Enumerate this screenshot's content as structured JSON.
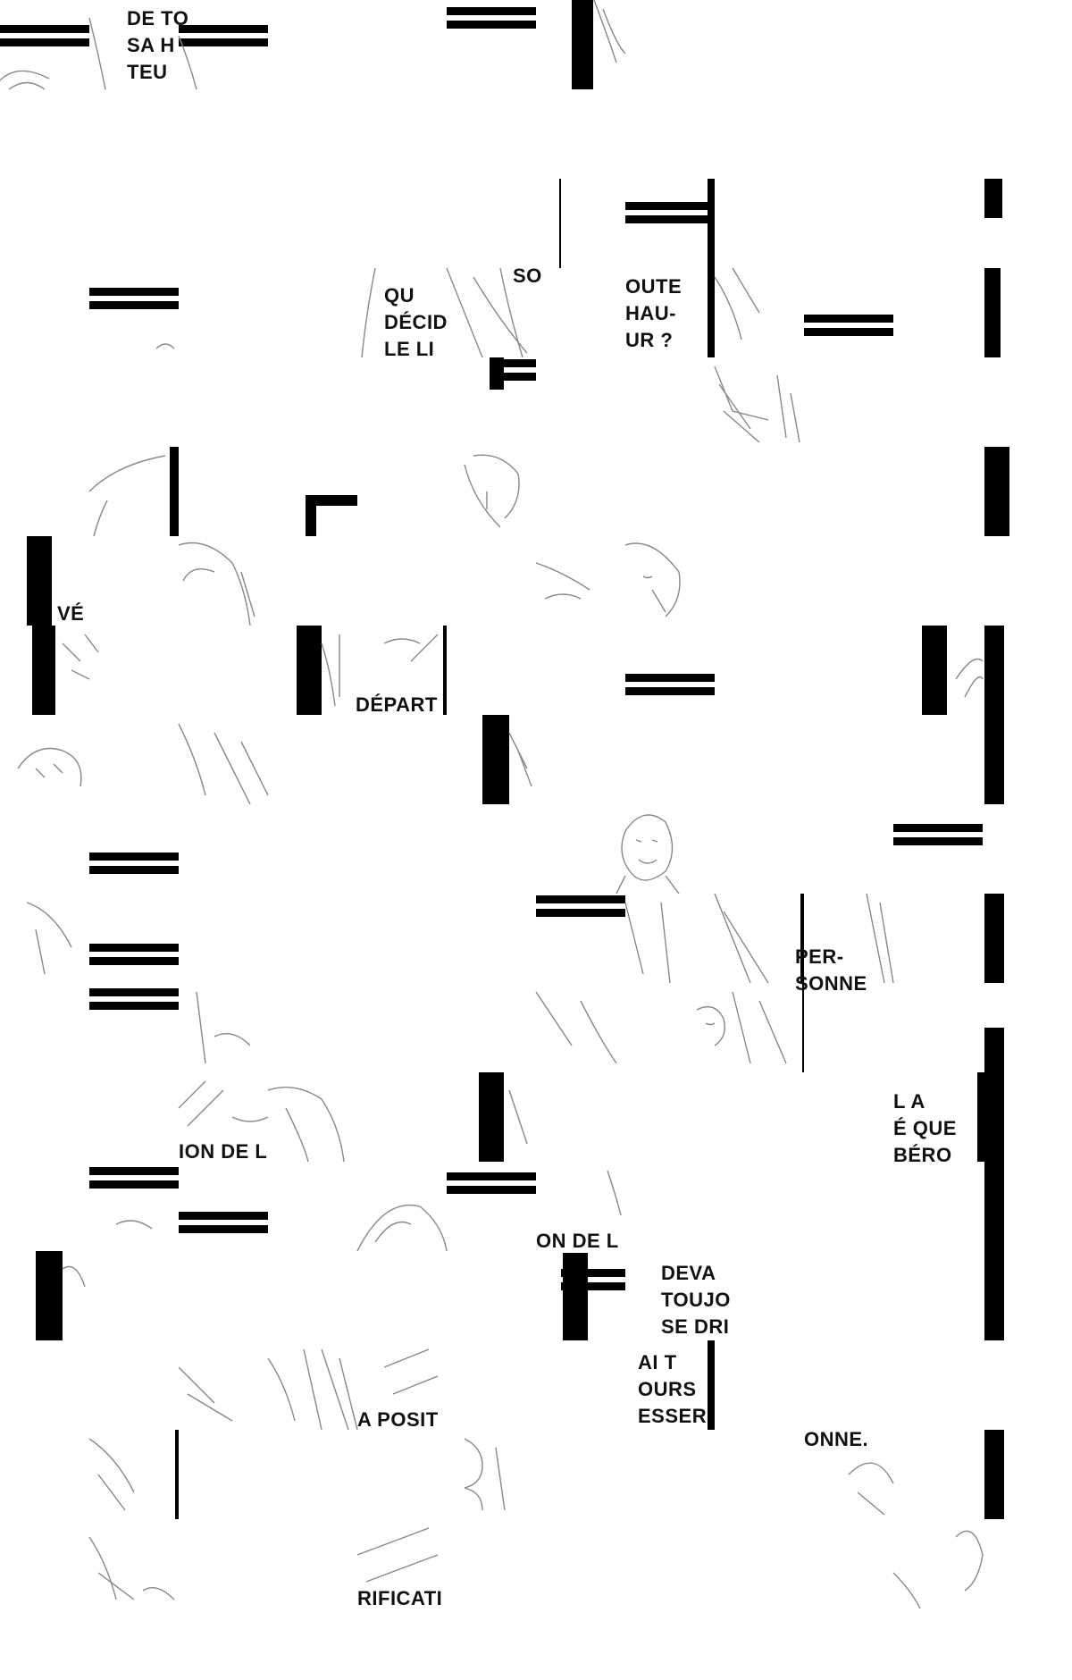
{
  "text_fragments": {
    "f01": "DE TO\nSA H\nTEU",
    "f02": "SO",
    "f03": "QU\nDÉCID\nLE LI",
    "f04": "OUTE\nHAU-\nUR ?",
    "f05": "VÉ",
    "f06": "DÉPART",
    "f07": "PER-\nSONNE",
    "f08": "ION DE L",
    "f09": "L A\nÉ QUE\nBÉRO",
    "f10": "ON DE L",
    "f11": "DEVA\nTOUJO\nSE DRI",
    "f12": "AI T\nOURS\nESSER",
    "f13": "A POSIT",
    "f14": "ONNE.",
    "f15": "RIFICATI"
  },
  "colors": {
    "ink": "#000000",
    "pencil": "#888888",
    "paper": "#ffffff"
  }
}
